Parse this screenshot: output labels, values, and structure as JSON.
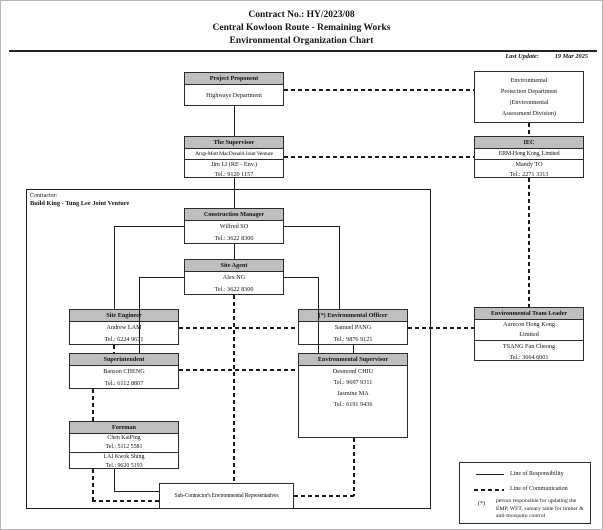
{
  "header": {
    "title_line1": "Contract No.: HY/2023/08",
    "title_line2": "Central Kowloon Route - Remaining Works",
    "title_line3": "Environmental Organization Chart",
    "last_update_label": "Last Update:",
    "last_update_value": "19 Mar 2025"
  },
  "contractor": {
    "label": "Contractor:",
    "name": "Build King - Tung Lee Joint Venture"
  },
  "boxes": {
    "project_proponent": {
      "title": "Project Proponent",
      "org": "Highways Department"
    },
    "epd": {
      "lines": [
        "Environmental",
        "Protection Department",
        "(Environmental",
        "Assessment Division)"
      ]
    },
    "supervisor": {
      "title": "The Supervisor",
      "org": "Arup-Mott MacDonald Joint Venture",
      "name": "Jim LI (RE - Env.)",
      "tel": "Tel.: 9120 1157"
    },
    "iec": {
      "title": "IEC",
      "org": "ERM-Hong Kong, Limited",
      "name": "Mandy TO",
      "tel": "Tel.: 2271 3313"
    },
    "construction_manager": {
      "title": "Construction Manager",
      "name": "Wilfred SO",
      "tel": "Tel.: 3622 8300"
    },
    "site_agent": {
      "title": "Site Agent",
      "name": "Alex NG",
      "tel": "Tel.: 3622 8300"
    },
    "site_engineer": {
      "title": "Site Engineer",
      "name": "Andrew LAM",
      "tel": "Tel.: 6224 9671"
    },
    "environmental_officer": {
      "title": "(*) Environmental Officer",
      "name": "Samuel PANG",
      "tel": "Tel.: 9876 9121"
    },
    "environmental_team_leader": {
      "title": "Environmental Team Leader",
      "org1": "Aurecon Hong Kong",
      "org2": "Limited",
      "name": "TSANG Fan Cheong",
      "tel": "Tel.: 3664 6001"
    },
    "superintendent": {
      "title": "Superintendent",
      "name": "Banson CHENG",
      "tel": "Tel.: 6112 8807"
    },
    "environmental_supervisor": {
      "title": "Environmental Supervisor",
      "name1": "Desmond CHIU",
      "tel1": "Tel.: 9697 9311",
      "name2": "Jasmine MA",
      "tel2": "Tel.: 6191 9436"
    },
    "foreman": {
      "title": "Foreman",
      "name1": "Chen KaiPing",
      "tel1": "Tel.: 5112 5581",
      "name2": "LAI Kwok Shing",
      "tel2": "Tel.: 9620 5193"
    },
    "subcontractor": {
      "org": "Sub-Contractor's Environmental Representatives"
    }
  },
  "legend": {
    "responsibility_label": "Line of Responsibility",
    "communication_label": "Line of Communication",
    "asterisk": "(*)",
    "asterisk_note": "person responsible for updating the EMP, WFT, sumary table for timber & anti-mosquito control"
  },
  "colors": {
    "header_fill": "#bfbfbf",
    "line": "#1a1a1a"
  }
}
